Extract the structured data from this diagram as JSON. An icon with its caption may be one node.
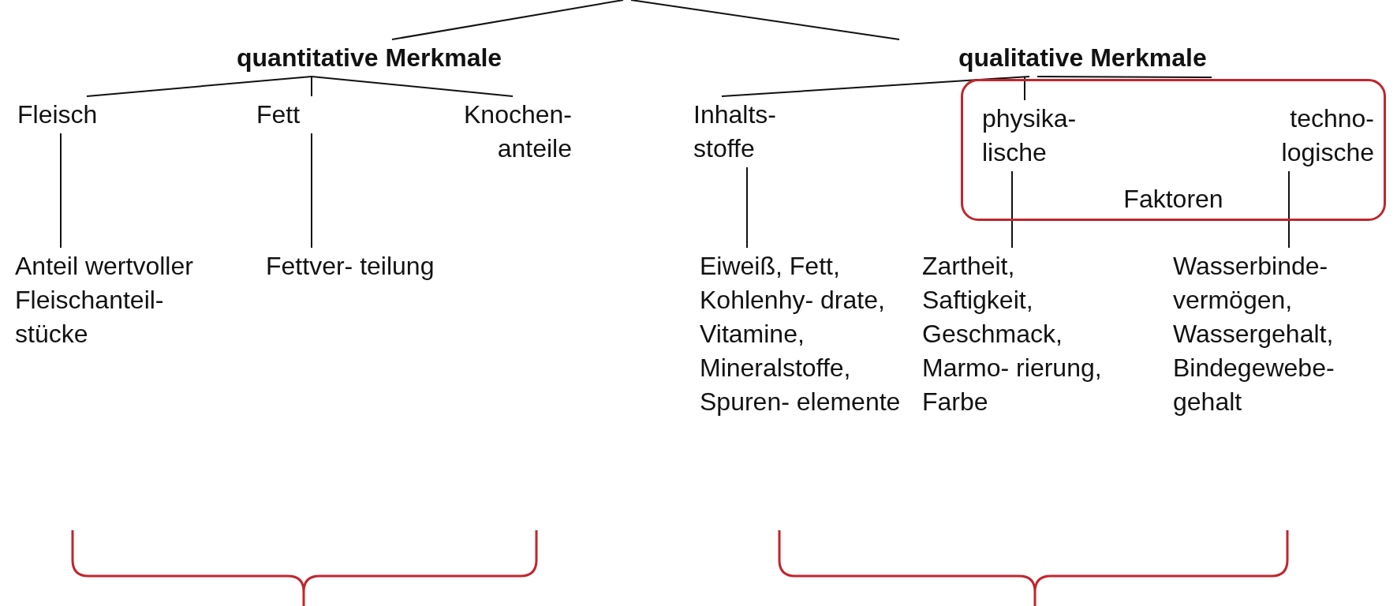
{
  "diagram": {
    "nodes": [
      {
        "text": [
          "quantitative Merkmale"
        ]
      },
      {
        "text": [
          "qualitative Merkmale"
        ]
      },
      {
        "text": [
          "Fleisch"
        ]
      },
      {
        "text": [
          "Fett"
        ]
      },
      {
        "text": [
          "Knochen- anteile"
        ]
      },
      {
        "text": [
          "Inhalts- stoffe"
        ]
      },
      {
        "text": [
          "Faktoren"
        ]
      },
      {
        "text": [
          "physika- lische"
        ],
        "in": 6
      },
      {
        "text": [
          "techno- logische"
        ],
        "in": 6
      },
      {
        "text": [
          "Anteil wertvoller Fleischanteil- stücke"
        ]
      },
      {
        "text": [
          "Fettver- teilung"
        ]
      },
      {
        "text": [
          "Eiweiß, Fett, Kohlenhy- drate, Vitamine, Mineralstoffe, Spuren- elemente"
        ]
      },
      {
        "text": [
          "Zartheit, Saftigkeit, Geschmack, Marmo- rierung, Farbe"
        ]
      },
      {
        "text": [
          "Wasserbinde- vermögen, Wassergehalt, Bindegewebe- gehalt"
        ]
      }
    ],
    "edges": [
      {
        "from": null,
        "to": 0,
        "arrow": "none"
      },
      {
        "from": null,
        "to": 1,
        "arrow": "none"
      },
      {
        "from": 0,
        "to": 2,
        "arrow": "none"
      },
      {
        "from": 0,
        "to": 3,
        "arrow": "none"
      },
      {
        "from": 0,
        "to": 4,
        "arrow": "none"
      },
      {
        "from": 1,
        "to": 5,
        "arrow": "none"
      },
      {
        "from": 1,
        "to": 7,
        "arrow": "none"
      },
      {
        "from": 1,
        "to": 6,
        "arrow": "none"
      },
      {
        "from": 2,
        "to": 9,
        "arrow": "none"
      },
      {
        "from": 3,
        "to": 10,
        "arrow": "none"
      },
      {
        "from": 5,
        "to": 11,
        "arrow": "none"
      },
      {
        "from": 7,
        "to": 12,
        "arrow": "none"
      },
      {
        "from": 8,
        "to": 13,
        "arrow": "none"
      }
    ]
  }
}
